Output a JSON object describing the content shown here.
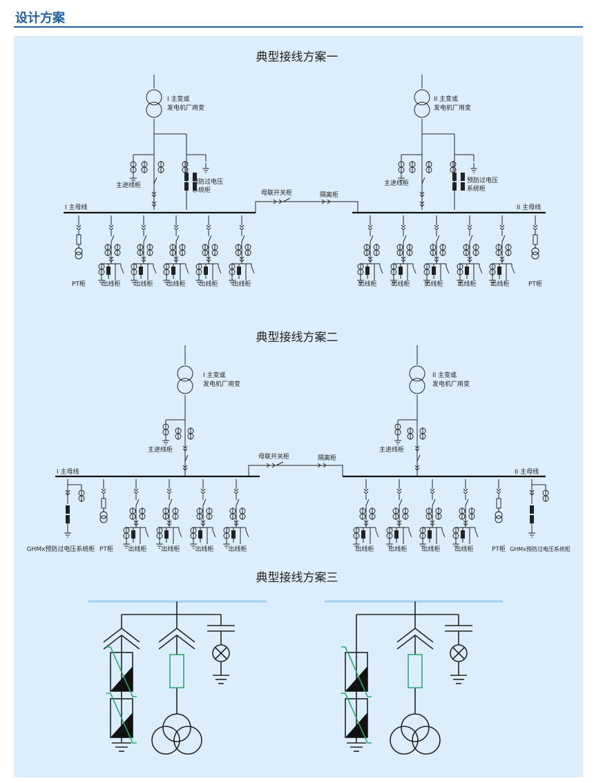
{
  "header": {
    "title": "设计方案"
  },
  "scheme1": {
    "title": "典型接线方案一",
    "tr_left_l1": "I 主变或",
    "tr_left_l2": "发电机厂用变",
    "tr_right_l1": "II 主变或",
    "tr_right_l2": "发电机厂用变",
    "incoming": "主进线柜",
    "ovp_l1": "预防过电压",
    "ovp_l2": "系统柜",
    "bus_tie": "母联开关柜",
    "isolation": "隔离柜",
    "bus_left": "I 主母线",
    "bus_right": "II 主母线",
    "pt": "PT柜",
    "outgoing": "出线柜"
  },
  "scheme2": {
    "title": "典型接线方案二",
    "tr_left_l1": "I 主变或",
    "tr_left_l2": "发电机厂用变",
    "tr_right_l1": "II 主变或",
    "tr_right_l2": "发电机厂用变",
    "incoming": "主进线柜",
    "bus_tie": "母联开关柜",
    "isolation": "隔离柜",
    "bus_left": "I 主母线",
    "bus_right": "II 主母线",
    "pt": "PT柜",
    "outgoing": "出线柜",
    "ghmx": "GHMx预防过电压系统柜"
  },
  "scheme3": {
    "title": "典型接线方案三"
  },
  "colors": {
    "accent": "#1d5fa3",
    "panel": "#dceefb",
    "green": "#2aa872",
    "busline": "#9fd0ef"
  }
}
